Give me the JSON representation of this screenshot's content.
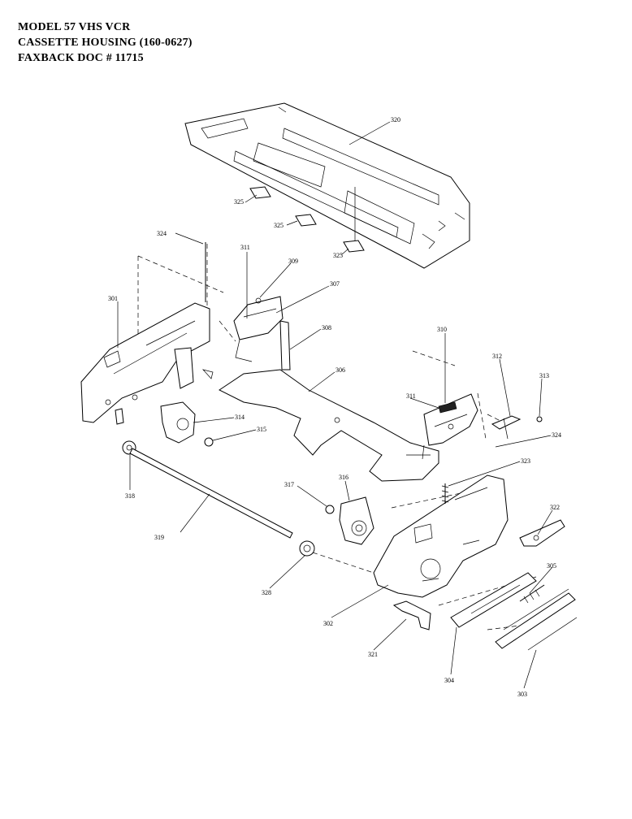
{
  "header": {
    "line1": "MODEL 57 VHS VCR",
    "line2": "CASSETTE HOUSING  (160-0627)",
    "line3": "FAXBACK DOC # 11715"
  },
  "parts": [
    {
      "id": "p320",
      "label": "320"
    },
    {
      "id": "p325a",
      "label": "325"
    },
    {
      "id": "p325b",
      "label": "325"
    },
    {
      "id": "p325c",
      "label": "325"
    },
    {
      "id": "p324a",
      "label": "324"
    },
    {
      "id": "p311a",
      "label": "311"
    },
    {
      "id": "p309",
      "label": "309"
    },
    {
      "id": "p307",
      "label": "307"
    },
    {
      "id": "p301",
      "label": "301"
    },
    {
      "id": "p308",
      "label": "308"
    },
    {
      "id": "p310",
      "label": "310"
    },
    {
      "id": "p312",
      "label": "312"
    },
    {
      "id": "p313",
      "label": "313"
    },
    {
      "id": "p306",
      "label": "306"
    },
    {
      "id": "p311b",
      "label": "311"
    },
    {
      "id": "p314",
      "label": "314"
    },
    {
      "id": "p315",
      "label": "315"
    },
    {
      "id": "p324b",
      "label": "324"
    },
    {
      "id": "p318",
      "label": "318"
    },
    {
      "id": "p323",
      "label": "323"
    },
    {
      "id": "p317",
      "label": "317"
    },
    {
      "id": "p316",
      "label": "316"
    },
    {
      "id": "p322",
      "label": "322"
    },
    {
      "id": "p319",
      "label": "319"
    },
    {
      "id": "p305",
      "label": "305"
    },
    {
      "id": "p328",
      "label": "328"
    },
    {
      "id": "p302",
      "label": "302"
    },
    {
      "id": "p321",
      "label": "321"
    },
    {
      "id": "p304",
      "label": "304"
    },
    {
      "id": "p303",
      "label": "303"
    }
  ]
}
